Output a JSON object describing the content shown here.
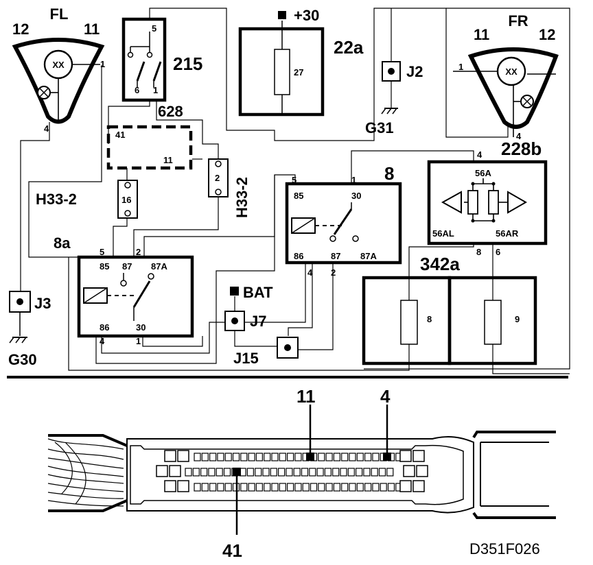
{
  "diagram_id": "D351F026",
  "components": {
    "fl": {
      "name": "FL",
      "pin_left": "12",
      "pin_right": "11",
      "pin1": "1",
      "pin4": "4",
      "bulb": "XX"
    },
    "fr": {
      "name": "FR",
      "pin_left": "11",
      "pin_right": "12",
      "pin1": "1",
      "pin4": "4",
      "bulb": "XX"
    },
    "sw215": {
      "name": "215",
      "pin5": "5",
      "pin6": "6",
      "pin1": "1"
    },
    "c628": {
      "name": "628",
      "pin41": "41",
      "pin11": "11"
    },
    "f22a": {
      "name": "22a",
      "supply": "+30",
      "fuse": "27"
    },
    "j2": {
      "name": "J2"
    },
    "g31": {
      "name": "G31"
    },
    "h33_left": {
      "name": "H33-2",
      "pin": "16"
    },
    "h33_right": {
      "name": "H33-2",
      "pin": "2"
    },
    "relay8": {
      "name": "8",
      "pin_top_left": "5",
      "pin_top_right": "1",
      "p85": "85",
      "p30": "30",
      "p86": "86",
      "p87": "87",
      "p87a": "87A",
      "pin_bottom_left": "4",
      "pin_bottom_right": "2"
    },
    "u228b": {
      "name": "228b",
      "pin_top": "4",
      "p56a": "56A",
      "p56al": "56AL",
      "p56ar": "56AR",
      "pin8": "8",
      "pin6": "6"
    },
    "relay8a": {
      "name": "8a",
      "pin_top_left": "5",
      "pin_top_mid": "2",
      "p85": "85",
      "p87": "87",
      "p87a": "87A",
      "p86": "86",
      "p30": "30",
      "pin_bottom_left": "4",
      "pin_bottom_right": "1"
    },
    "j3": {
      "name": "J3"
    },
    "g30": {
      "name": "G30"
    },
    "bat": {
      "name": "BAT"
    },
    "j7": {
      "name": "J7"
    },
    "j15": {
      "name": "J15"
    },
    "f342a": {
      "name": "342a",
      "fuse8": "8",
      "fuse9": "9"
    }
  },
  "connector": {
    "pin_labels": [
      "11",
      "4",
      "41"
    ]
  }
}
